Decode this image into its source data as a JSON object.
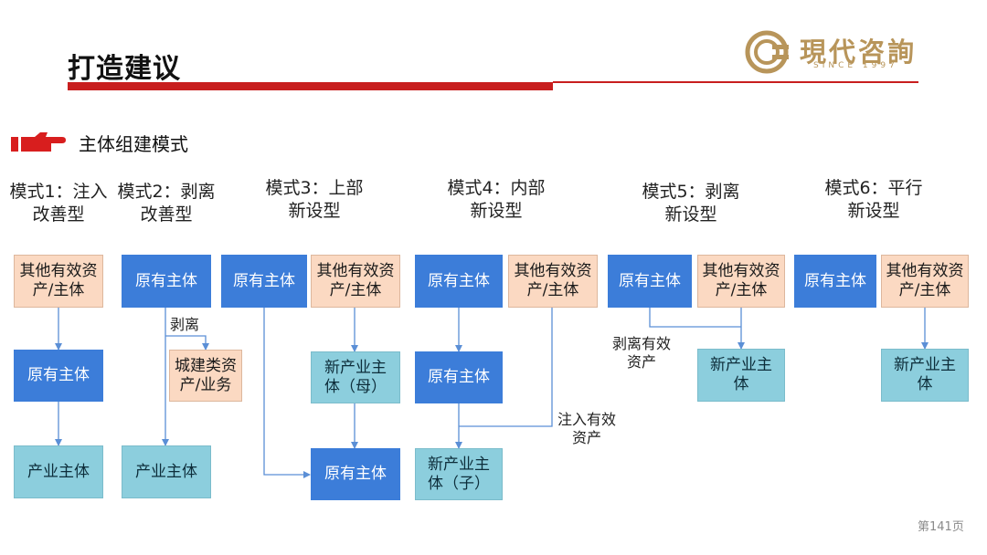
{
  "header": {
    "title": "打造建议",
    "logo_text": "現代咨詢",
    "logo_sub": "SINCE 1997"
  },
  "section": {
    "title": "主体组建模式"
  },
  "modes": [
    {
      "label": "模式1：注入\n改善型",
      "boxes": {
        "top": "其他有效资\n产/主体",
        "middle": "原有主体",
        "bottom": "产业主体"
      }
    },
    {
      "label": "模式2：剥离\n改善型",
      "boxes": {
        "top": "原有主体",
        "branch": "城建类资\n产/业务",
        "bottom": "产业主体"
      },
      "edge_label": "剥离"
    },
    {
      "label": "模式3：上部\n新设型",
      "boxes": {
        "top_left": "原有主体",
        "top_right": "其他有效资\n产/主体",
        "middle": "新产业主\n体（母）",
        "bottom": "原有主体"
      }
    },
    {
      "label": "模式4：内部\n新设型",
      "boxes": {
        "top_left": "原有主体",
        "top_right": "其他有效资\n产/主体",
        "middle": "原有主体",
        "bottom": "新产业主\n体（子）"
      },
      "edge_label": "注入有效\n资产"
    },
    {
      "label": "模式5：剥离\n新设型",
      "boxes": {
        "top_left": "原有主体",
        "top_right": "其他有效资\n产/主体",
        "bottom": "新产业主\n体"
      },
      "edge_label": "剥离有效\n资产"
    },
    {
      "label": "模式6：平行\n新设型",
      "boxes": {
        "top_left": "原有主体",
        "top_right": "其他有效资\n产/主体",
        "bottom": "新产业主\n体"
      }
    }
  ],
  "footer": {
    "page_number": "第141页"
  },
  "colors": {
    "accent_red": "#c81e1e",
    "box_blue": "#3c7dd9",
    "box_teal": "#8ccedd",
    "box_peach": "#fbd9c2",
    "connector": "#5b8fd6",
    "logo_gold": "#b8955a"
  }
}
